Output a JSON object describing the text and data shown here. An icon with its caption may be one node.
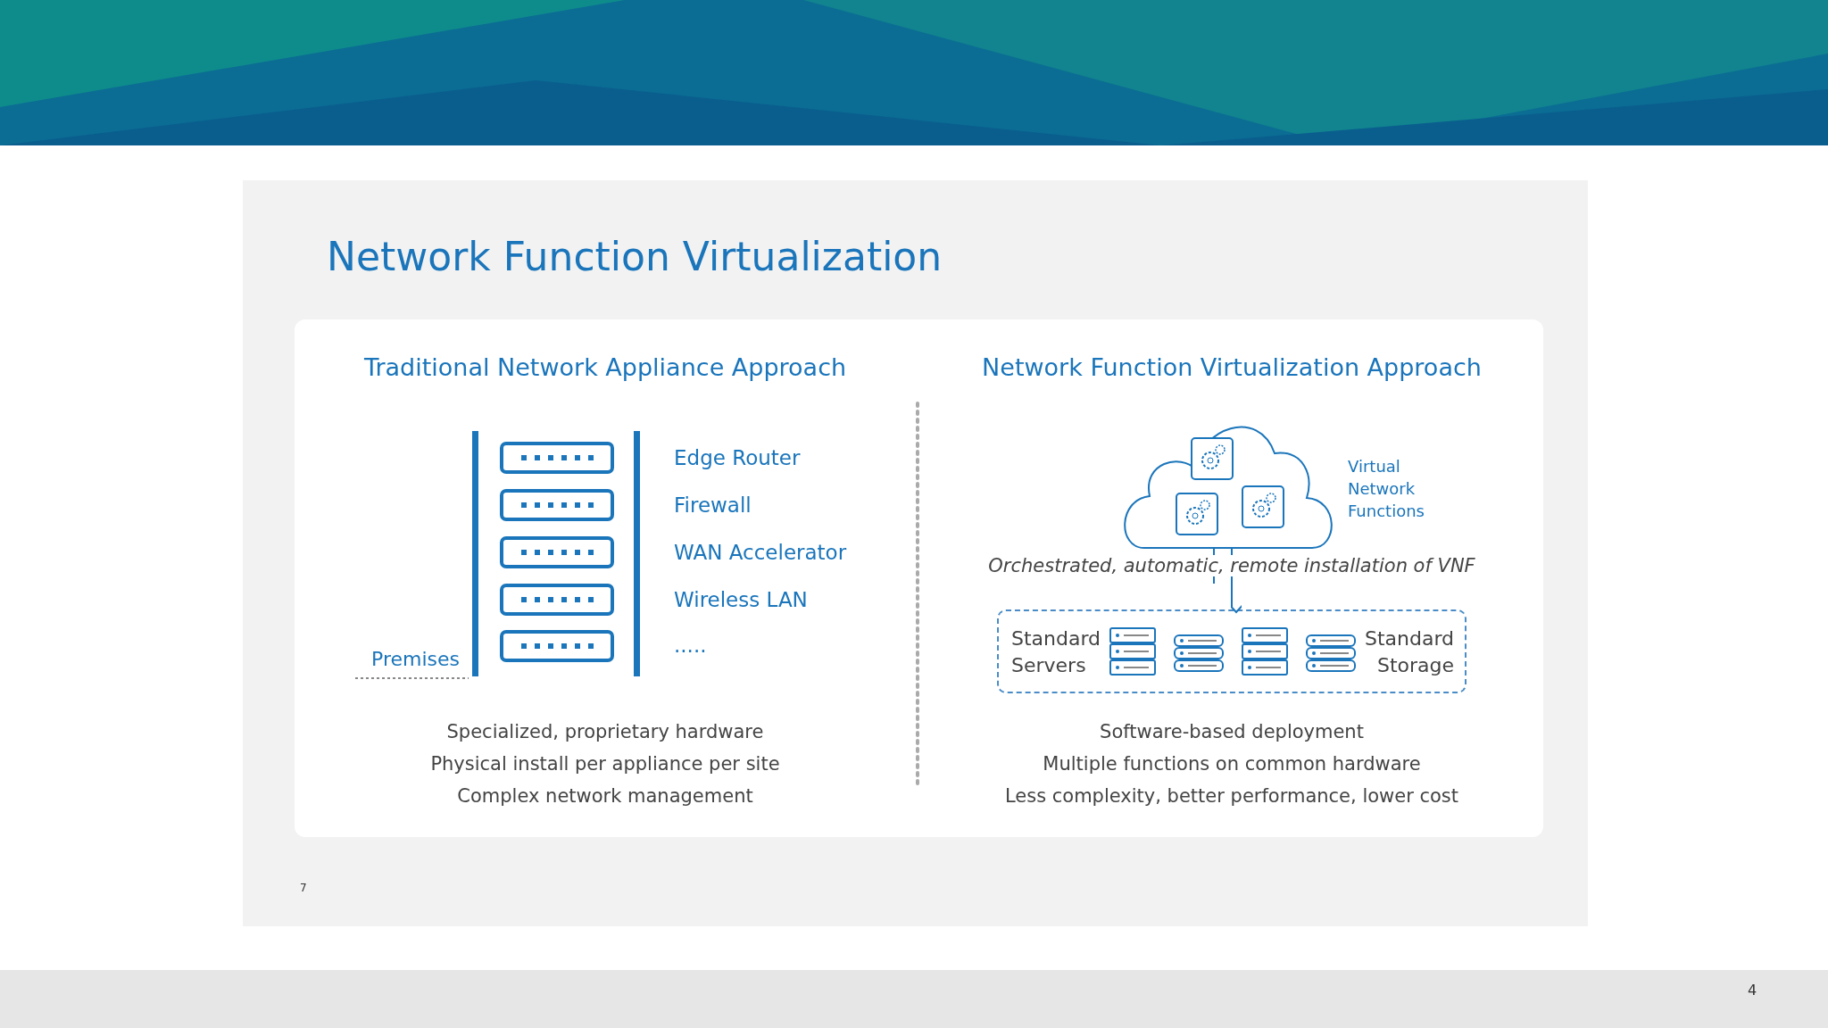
{
  "diagram": {
    "title": "Network Function Virtualization",
    "nodes": [
      {
        "text": [],
        "shape": "cloud",
        "beside": [
          "Virtual Network Functions"
        ]
      },
      {
        "text": [
          "Standard Servers",
          "Standard Storage"
        ]
      }
    ],
    "edges": [
      {
        "from": 0,
        "to": 1,
        "arrow": "to",
        "label": "Orchestrated, automatic, remote installation of VNF"
      }
    ],
    "labels": [
      "Traditional Network Appliance Approach",
      "Network Function Virtualization Approach",
      "Edge Router",
      "Firewall",
      "WAN Accelerator",
      "Wireless LAN",
      ".....",
      "Premises",
      "Specialized, proprietary hardware",
      "Physical install per appliance per site",
      "Complex network management",
      "Software-based deployment",
      "Multiple functions on common hardware",
      "Less complexity, better performance, lower cost",
      "7",
      "4"
    ]
  }
}
